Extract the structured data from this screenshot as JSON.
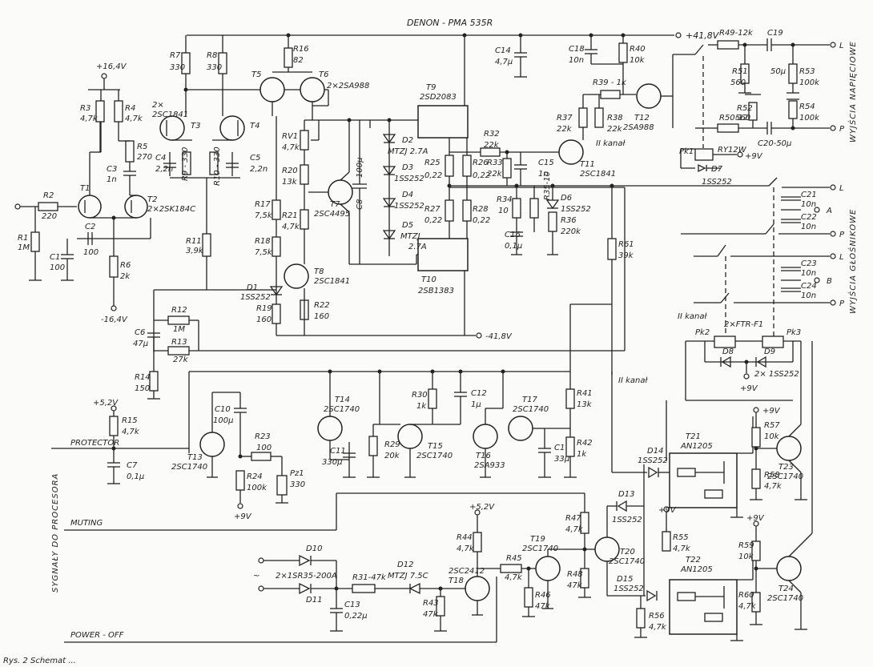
{
  "title": "DENON - PMA 535R",
  "rails": {
    "pos_main": "+41,8V",
    "neg_main": "-41,8V",
    "pos_front": "+16,4V",
    "neg_front": "-16,4V",
    "pos_5v": "+5,2V",
    "pos_9v": "+9V"
  },
  "side_labels": {
    "voltage_outputs": "WYJŚCIA NAPIĘCIOWE",
    "speaker_outputs": "WYJŚCIA GŁOŚNIKOWE",
    "processor_signals": "SYGNAŁY DO PROCESORA"
  },
  "signal_labels": {
    "protector": "PROTECTOR",
    "muting": "MUTING",
    "power_off": "POWER - OFF",
    "second_channel": "II kanał",
    "ac_symbol": "~"
  },
  "terminals": {
    "L": "L",
    "P": "P",
    "A": "A",
    "B": "B"
  },
  "footer_caption": "Rys. 2 Schemat ..."
}
